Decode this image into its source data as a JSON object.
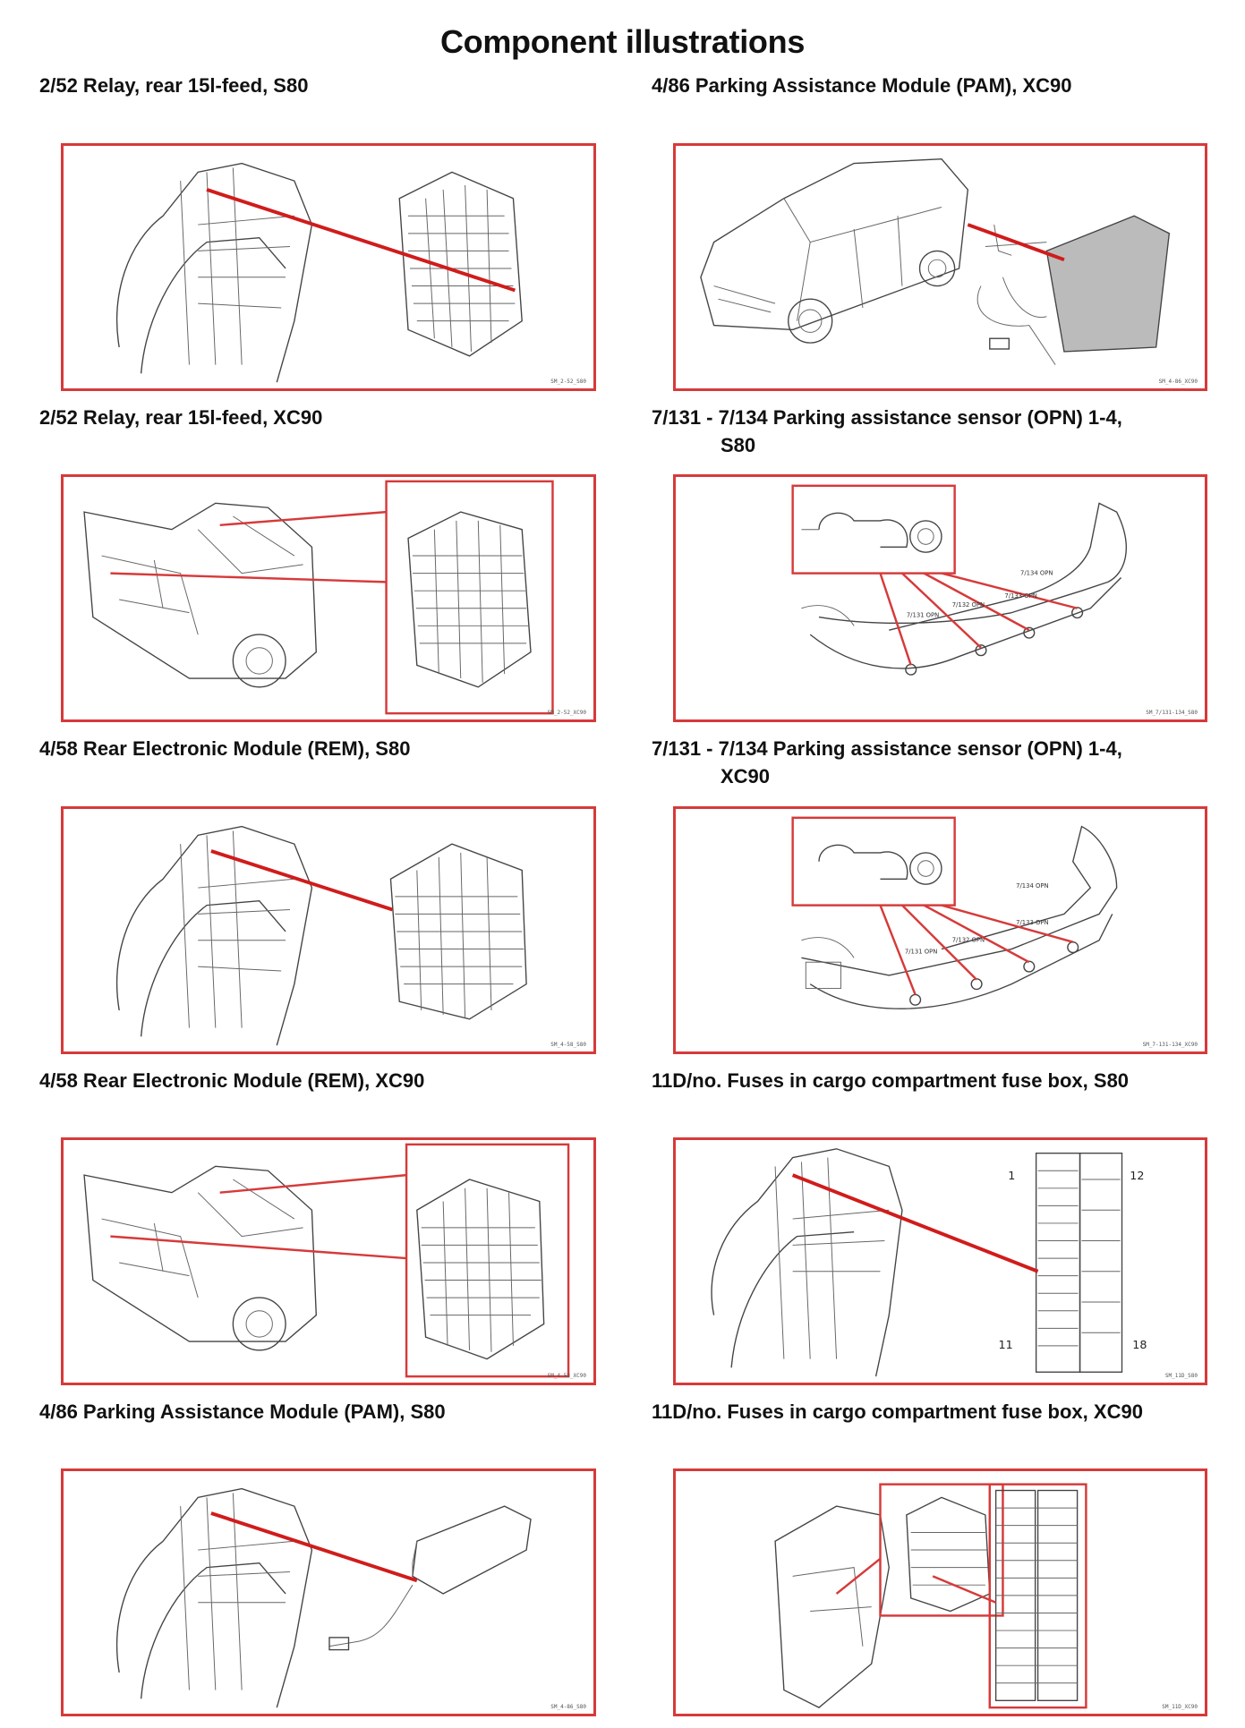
{
  "title": "Component illustrations",
  "figures": [
    {
      "caption": "2/52 Relay, rear 15l-feed, S80",
      "code": "SM_2-52_S80"
    },
    {
      "caption": "4/86 Parking Assistance Module (PAM), XC90",
      "code": "SM_4-86_XC90"
    },
    {
      "caption": "2/52 Relay, rear 15l-feed, XC90",
      "code": "SM_2-52_XC90"
    },
    {
      "caption_line1": "7/131 - 7/134 Parking assistance sensor (OPN) 1-4,",
      "caption_line2": "S80",
      "code": "SM_7/131-134_S80",
      "labels": [
        "7/131 OPN",
        "7/132 OPN",
        "7/133 OPN",
        "7/134 OPN"
      ]
    },
    {
      "caption": "4/58 Rear Electronic Module (REM), S80",
      "code": "SM_4-58_S80"
    },
    {
      "caption_line1": "7/131 - 7/134 Parking assistance sensor (OPN) 1-4,",
      "caption_line2": "XC90",
      "code": "SM_7-131-134_XC90",
      "labels": [
        "7/131 OPN",
        "7/132 OPN",
        "7/133 OPN",
        "7/134 OPN"
      ]
    },
    {
      "caption": "4/58 Rear Electronic Module (REM), XC90",
      "code": "SM_4-58_XC90"
    },
    {
      "caption": "11D/no. Fuses in cargo compartment fuse box, S80",
      "code": "SM_11D_S80",
      "numbers": [
        "1",
        "12",
        "11",
        "18"
      ]
    },
    {
      "caption": "4/86 Parking Assistance Module (PAM), S80",
      "code": "SM_4-86_S80"
    },
    {
      "caption": "11D/no. Fuses in cargo compartment fuse box, XC90",
      "code": "SM_11D_XC90"
    }
  ]
}
